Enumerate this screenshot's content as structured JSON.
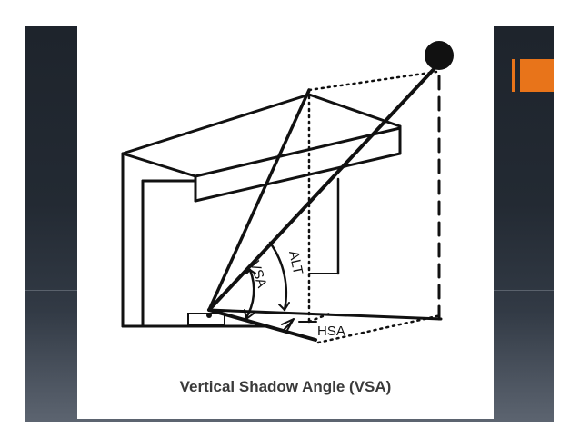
{
  "diagram": {
    "caption": "Vertical Shadow Angle (VSA)",
    "labels": {
      "alt": "ALT",
      "vsa": "VSA",
      "hsa": "HSA"
    }
  },
  "colors": {
    "slide_background": "#232a33",
    "accent": "#e8741a",
    "figure_background": "#ffffff",
    "ink": "#111111"
  },
  "icons": {
    "sun": "filled-circle",
    "accent": "orange-square"
  }
}
